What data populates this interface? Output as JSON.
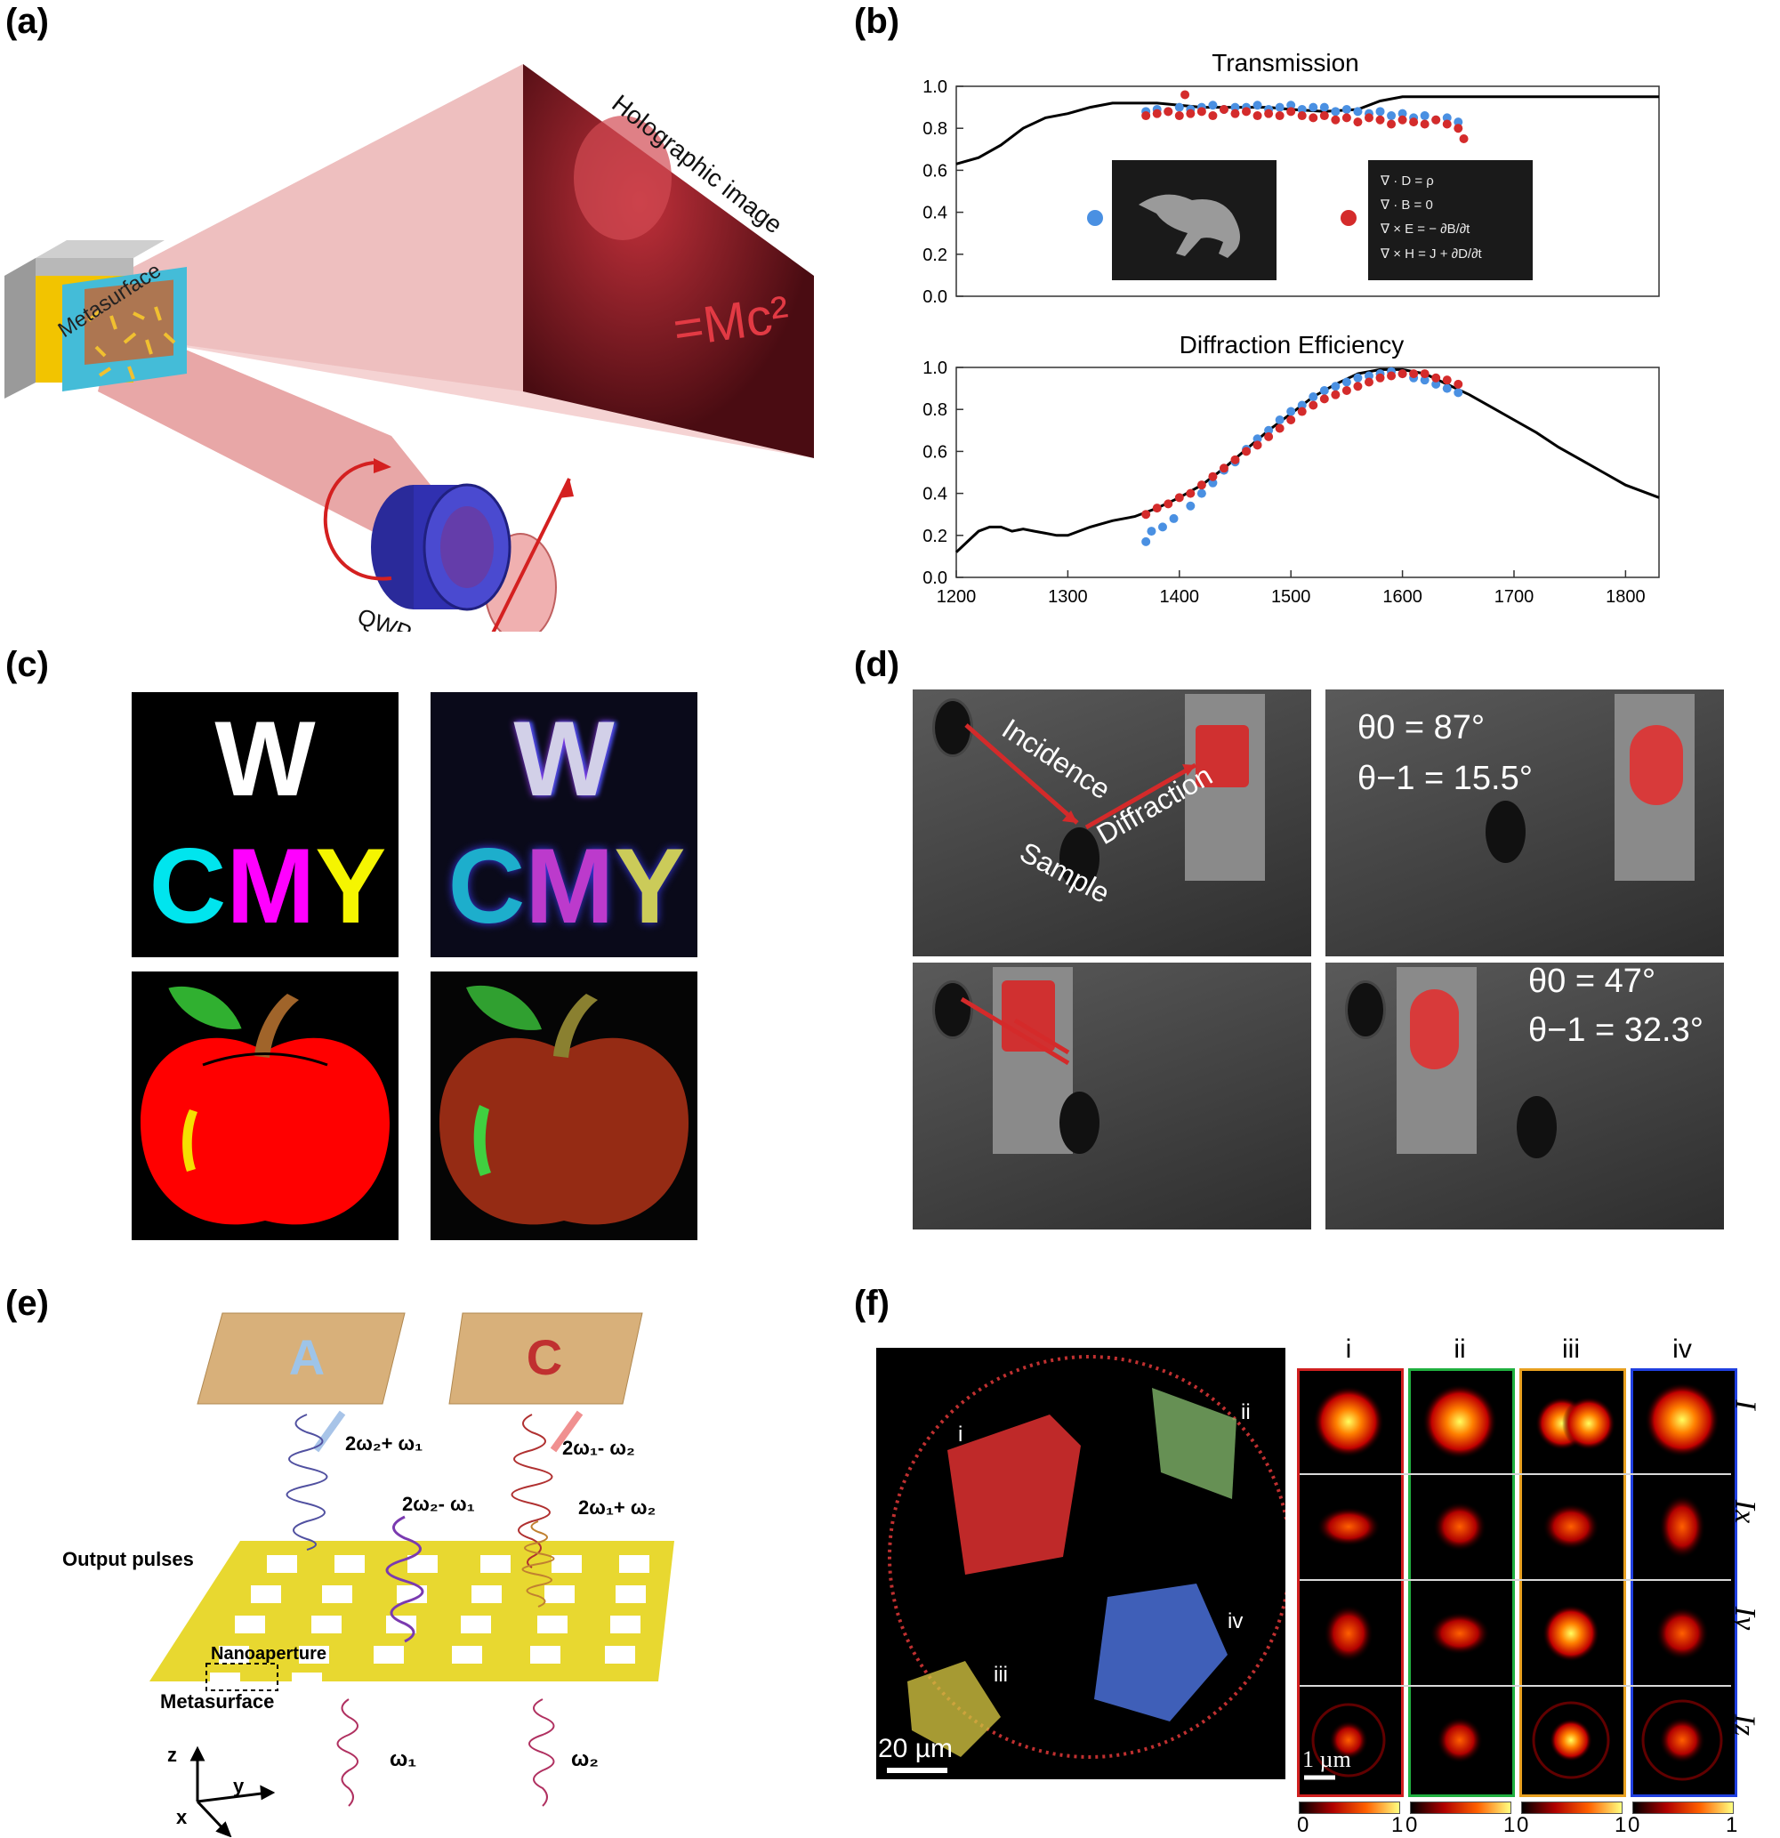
{
  "panels": {
    "a": {
      "label": "(a)",
      "metasurface_label": "Metasurface",
      "image_label": "Holographic image",
      "image_text": "=Mc²",
      "qwp_label": "QWP"
    },
    "b": {
      "label": "(b)",
      "legend_equations": [
        "∇ · D = ρ",
        "∇ · B = 0",
        "∇ × E = − ∂B/∂t",
        "∇ × H = J + ∂D/∂t"
      ]
    },
    "c": {
      "label": "(c)",
      "letters_top": "W",
      "letters_bottom": [
        "C",
        "M",
        "Y"
      ]
    },
    "d": {
      "label": "(d)",
      "incidence": "Incidence",
      "diffraction": "Diffraction",
      "sample": "Sample",
      "theta0_a": "θ0 = 87°",
      "theta1_a": "θ−1 = 15.5°",
      "theta0_b": "θ0 = 47°",
      "theta1_b": "θ−1 = 32.3°"
    },
    "e": {
      "label": "(e)",
      "screen_left_letter": "A",
      "screen_right_letter": "C",
      "f1": "2ω₂+ ω₁",
      "f2": "2ω₁- ω₂",
      "f3": "2ω₂- ω₁",
      "f4": "2ω₁+ ω₂",
      "output_pulses": "Output pulses",
      "nanoaperture": "Nanoaperture",
      "metasurface": "Metasurface",
      "w1": "ω₁",
      "w2": "ω₂",
      "axis_z": "z",
      "axis_y": "y",
      "axis_x": "x"
    },
    "f": {
      "label": "(f)",
      "point_i": "i",
      "point_ii": "ii",
      "point_iii": "iii",
      "point_iv": "iv",
      "scale_left": "20 µm",
      "scale_right": "1 µm",
      "cols": [
        "i",
        "ii",
        "iii",
        "iv"
      ],
      "rows": [
        "I",
        "Ix",
        "Iy",
        "Iz"
      ],
      "cbar_min": "0",
      "cbar_max": "1"
    }
  },
  "chart_data": [
    {
      "type": "line",
      "title": "Transmission",
      "xlim": [
        1200,
        1830
      ],
      "ylim": [
        0,
        1
      ],
      "yticks": [
        "0.0",
        "0.2",
        "0.4",
        "0.6",
        "0.8",
        "1.0"
      ],
      "series": [
        {
          "style": "line",
          "color": "#000000",
          "x": [
            1200,
            1220,
            1240,
            1260,
            1280,
            1300,
            1320,
            1340,
            1360,
            1380,
            1400,
            1420,
            1450,
            1480,
            1500,
            1530,
            1560,
            1580,
            1600,
            1650,
            1700,
            1750,
            1800,
            1830
          ],
          "y": [
            0.63,
            0.66,
            0.72,
            0.8,
            0.85,
            0.87,
            0.9,
            0.92,
            0.92,
            0.92,
            0.91,
            0.9,
            0.9,
            0.9,
            0.89,
            0.88,
            0.89,
            0.93,
            0.95,
            0.95,
            0.95,
            0.95,
            0.95,
            0.95
          ]
        },
        {
          "style": "points",
          "color": "#4a90e2",
          "x": [
            1370,
            1380,
            1390,
            1400,
            1410,
            1420,
            1430,
            1440,
            1450,
            1460,
            1470,
            1480,
            1490,
            1500,
            1510,
            1520,
            1530,
            1540,
            1550,
            1560,
            1570,
            1580,
            1590,
            1600,
            1610,
            1620,
            1630,
            1640,
            1650
          ],
          "y": [
            0.88,
            0.89,
            0.88,
            0.9,
            0.89,
            0.9,
            0.91,
            0.89,
            0.9,
            0.9,
            0.91,
            0.89,
            0.9,
            0.91,
            0.89,
            0.9,
            0.9,
            0.88,
            0.89,
            0.88,
            0.87,
            0.88,
            0.86,
            0.87,
            0.85,
            0.86,
            0.84,
            0.85,
            0.83
          ]
        },
        {
          "style": "points",
          "color": "#d42b2b",
          "x": [
            1370,
            1380,
            1390,
            1400,
            1405,
            1410,
            1420,
            1430,
            1440,
            1450,
            1460,
            1470,
            1480,
            1490,
            1500,
            1510,
            1520,
            1530,
            1540,
            1550,
            1560,
            1570,
            1580,
            1590,
            1600,
            1610,
            1620,
            1630,
            1640,
            1650,
            1655
          ],
          "y": [
            0.86,
            0.87,
            0.88,
            0.86,
            0.96,
            0.87,
            0.88,
            0.86,
            0.89,
            0.87,
            0.88,
            0.86,
            0.87,
            0.86,
            0.88,
            0.86,
            0.85,
            0.86,
            0.84,
            0.85,
            0.83,
            0.85,
            0.84,
            0.82,
            0.84,
            0.83,
            0.82,
            0.84,
            0.82,
            0.8,
            0.75
          ]
        }
      ]
    },
    {
      "type": "line",
      "title": "Diffraction Efficiency",
      "xlim": [
        1200,
        1830
      ],
      "ylim": [
        0,
        1
      ],
      "yticks": [
        "0.0",
        "0.2",
        "0.4",
        "0.6",
        "0.8",
        "1.0"
      ],
      "xticks": [
        1200,
        1300,
        1400,
        1500,
        1600,
        1700,
        1800
      ],
      "series": [
        {
          "style": "line",
          "color": "#000000",
          "x": [
            1200,
            1210,
            1220,
            1230,
            1240,
            1250,
            1260,
            1270,
            1280,
            1290,
            1300,
            1320,
            1340,
            1360,
            1380,
            1400,
            1420,
            1440,
            1460,
            1480,
            1500,
            1520,
            1540,
            1560,
            1580,
            1600,
            1620,
            1640,
            1660,
            1680,
            1700,
            1720,
            1740,
            1760,
            1780,
            1800,
            1830
          ],
          "y": [
            0.12,
            0.17,
            0.22,
            0.24,
            0.24,
            0.22,
            0.23,
            0.22,
            0.21,
            0.2,
            0.2,
            0.24,
            0.27,
            0.29,
            0.33,
            0.38,
            0.44,
            0.52,
            0.61,
            0.7,
            0.78,
            0.86,
            0.92,
            0.97,
            0.99,
            0.99,
            0.97,
            0.92,
            0.87,
            0.81,
            0.75,
            0.69,
            0.62,
            0.56,
            0.5,
            0.44,
            0.38
          ]
        },
        {
          "style": "points",
          "color": "#4a90e2",
          "x": [
            1370,
            1375,
            1385,
            1395,
            1410,
            1420,
            1430,
            1440,
            1450,
            1460,
            1470,
            1480,
            1490,
            1500,
            1510,
            1520,
            1530,
            1540,
            1550,
            1560,
            1570,
            1580,
            1590,
            1600,
            1610,
            1620,
            1630,
            1640,
            1650
          ],
          "y": [
            0.17,
            0.22,
            0.24,
            0.28,
            0.34,
            0.4,
            0.45,
            0.51,
            0.55,
            0.61,
            0.66,
            0.7,
            0.75,
            0.79,
            0.82,
            0.86,
            0.89,
            0.91,
            0.93,
            0.95,
            0.96,
            0.97,
            0.98,
            0.97,
            0.95,
            0.94,
            0.92,
            0.9,
            0.88
          ]
        },
        {
          "style": "points",
          "color": "#d42b2b",
          "x": [
            1370,
            1380,
            1390,
            1400,
            1410,
            1420,
            1430,
            1440,
            1450,
            1460,
            1470,
            1480,
            1490,
            1500,
            1510,
            1520,
            1530,
            1540,
            1550,
            1560,
            1570,
            1580,
            1590,
            1600,
            1610,
            1620,
            1630,
            1640,
            1650
          ],
          "y": [
            0.3,
            0.33,
            0.35,
            0.38,
            0.4,
            0.44,
            0.48,
            0.52,
            0.56,
            0.6,
            0.63,
            0.67,
            0.71,
            0.75,
            0.79,
            0.82,
            0.85,
            0.87,
            0.89,
            0.91,
            0.93,
            0.95,
            0.96,
            0.97,
            0.97,
            0.97,
            0.95,
            0.94,
            0.92
          ]
        }
      ]
    }
  ]
}
